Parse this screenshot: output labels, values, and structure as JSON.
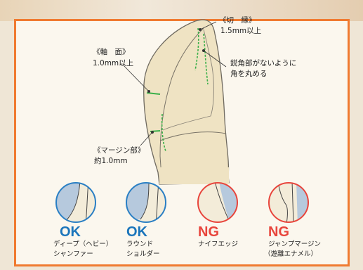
{
  "labels": {
    "incisal_title": "《切　縁》",
    "incisal_value": "1.5mm以上",
    "axial_title": "《軸　面》",
    "axial_value": "1.0mm以上",
    "sharp_line1": "鋭角部がないように",
    "sharp_line2": "角を丸める",
    "margin_title": "《マージン部》",
    "margin_value": "約1.0mm"
  },
  "examples": [
    {
      "verdict": "OK",
      "line1": "ディープ（ヘビー）",
      "line2": "シャンファー",
      "verdict_color": "#1b75bb"
    },
    {
      "verdict": "OK",
      "line1": "ラウンド",
      "line2": "ショルダー",
      "verdict_color": "#1b75bb"
    },
    {
      "verdict": "NG",
      "line1": "ナイフエッジ",
      "line2": "",
      "verdict_color": "#e8453c"
    },
    {
      "verdict": "NG",
      "line1": "ジャンプマージン",
      "line2": "（遊離エナメル）",
      "verdict_color": "#e8453c"
    }
  ],
  "colors": {
    "frame": "#f07a30",
    "ok_ring": "#2a7fc4",
    "ng_ring": "#e8453c",
    "dashed_guide": "#3bb04a",
    "tooth_fill": "#efe3c3",
    "enamel_fill": "#b6c9dd"
  }
}
